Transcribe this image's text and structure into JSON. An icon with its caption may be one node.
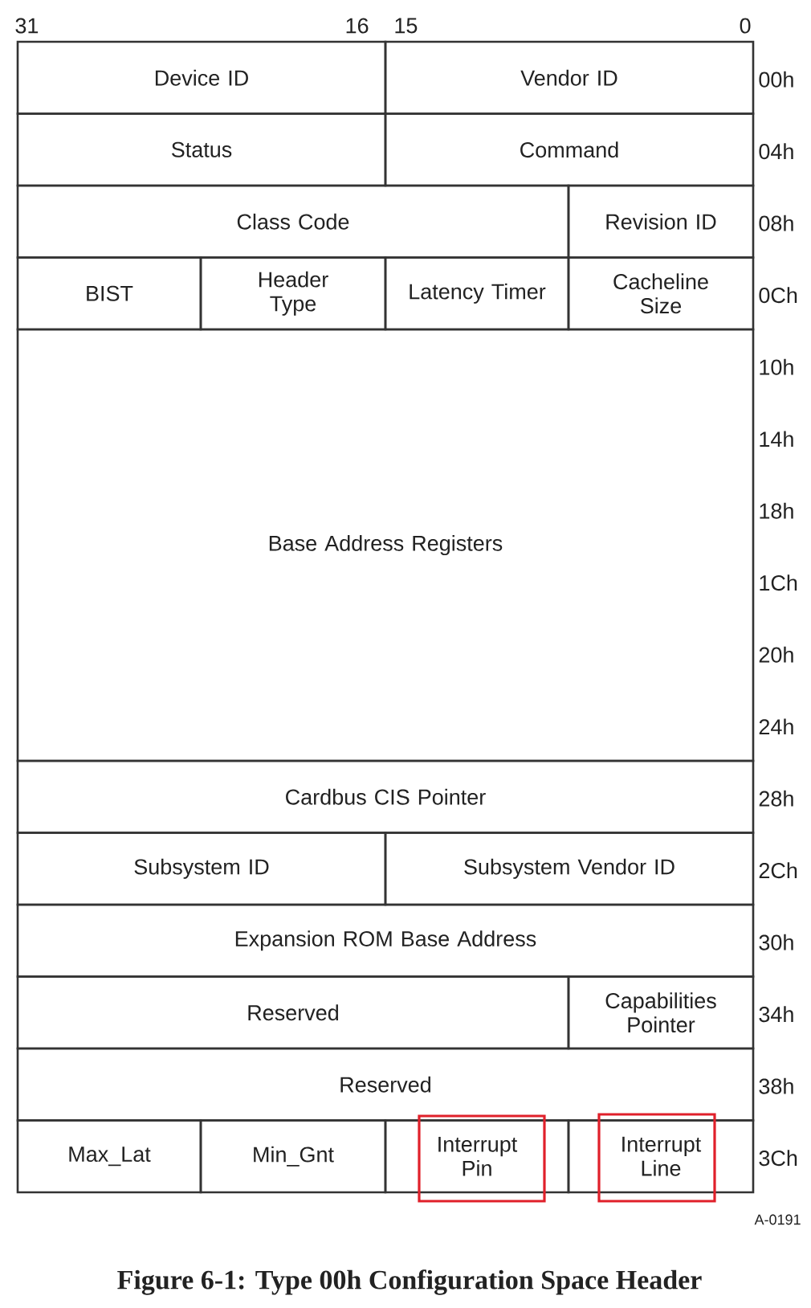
{
  "diagram": {
    "caption": "Figure 6-1: Type 00h Configuration Space Header",
    "nodes": [
      {
        "text": [
          "Device ID"
        ]
      },
      {
        "text": [
          "Vendor ID"
        ]
      },
      {
        "text": [
          "Status"
        ]
      },
      {
        "text": [
          "Command"
        ]
      },
      {
        "text": [
          "Class Code"
        ]
      },
      {
        "text": [
          "Revision ID"
        ]
      },
      {
        "text": [
          "BIST"
        ]
      },
      {
        "text": [
          "Header Type"
        ]
      },
      {
        "text": [
          "Latency Timer"
        ]
      },
      {
        "text": [
          "Cacheline Size"
        ]
      },
      {
        "text": [
          "Base Address Registers"
        ]
      },
      {
        "text": [
          "Cardbus CIS Pointer"
        ]
      },
      {
        "text": [
          "Subsystem ID"
        ]
      },
      {
        "text": [
          "Subsystem Vendor ID"
        ]
      },
      {
        "text": [
          "Expansion ROM Base Address"
        ]
      },
      {
        "text": [
          "Reserved"
        ]
      },
      {
        "text": [
          "Capabilities Pointer"
        ]
      },
      {
        "text": [
          "Reserved"
        ]
      },
      {
        "text": [
          "Max_Lat"
        ]
      },
      {
        "text": [
          "Min_Gnt"
        ]
      },
      {
        "text": [
          "Interrupt Pin"
        ]
      },
      {
        "text": [
          "Interrupt Line"
        ]
      }
    ],
    "labels": [
      "31",
      "16",
      "15",
      "0",
      "00h",
      "04h",
      "08h",
      "0Ch",
      "10h",
      "14h",
      "18h",
      "1Ch",
      "20h",
      "24h",
      "28h",
      "2Ch",
      "30h",
      "34h",
      "38h",
      "3Ch",
      "A-0191"
    ]
  }
}
